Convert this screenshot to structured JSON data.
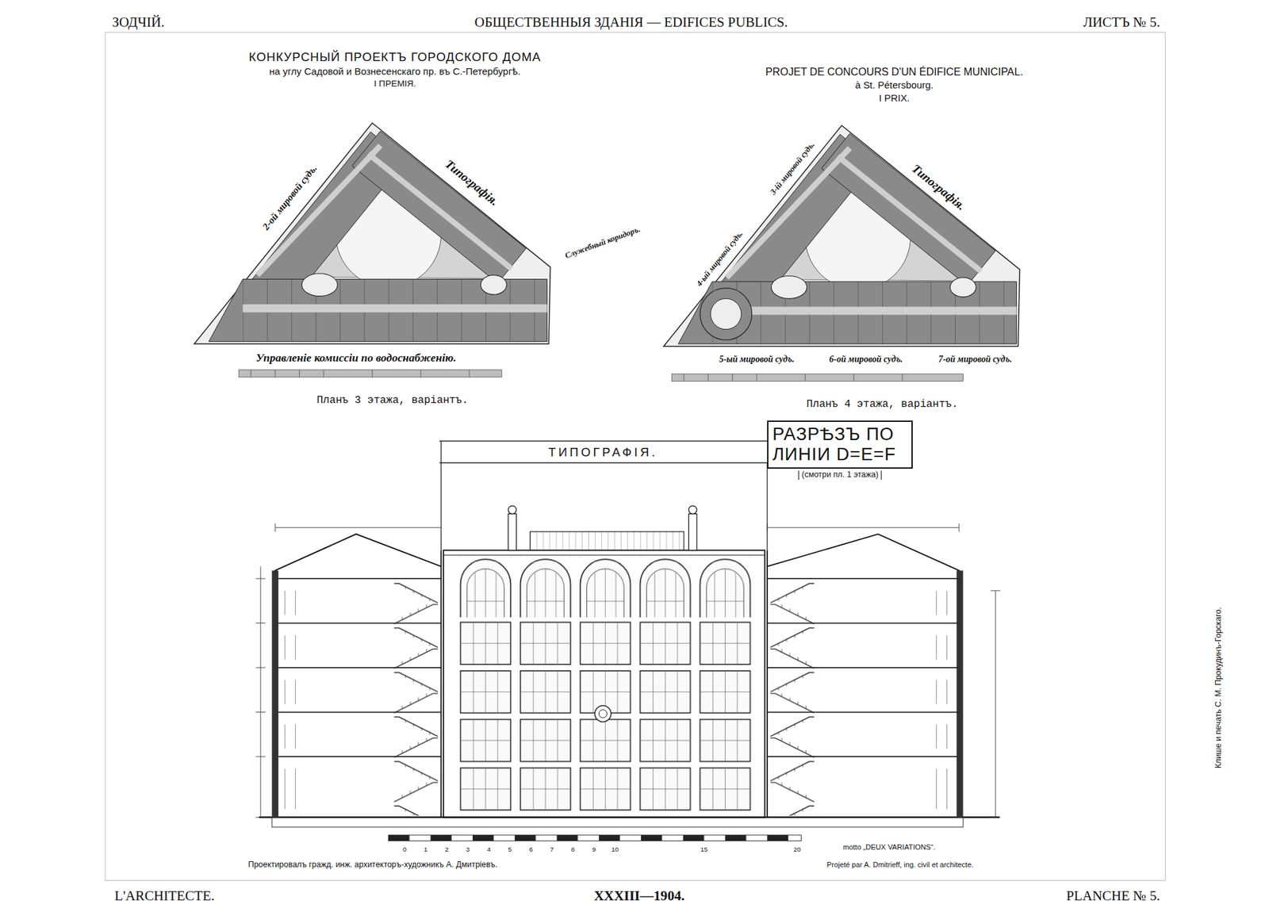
{
  "diagram": {
    "title": "КОНКУРСНЫЙ ПРОЕКТЪ ГОРОДСКОГО ДОМА",
    "nodes": [
      {
        "text": [
          "РАЗРѢЗЪ ПО ЛИНІИ D=E=F",
          "(смотри пл. 1 этажа)"
        ]
      }
    ],
    "labels": [
      "ЗОДЧІЙ.",
      "ОБЩЕСТВЕННЫЯ ЗДАНІЯ — EDIFICES PUBLICS.",
      "ЛИСТЪ № 5.",
      "на углу Садовой и Вознесенскаго пр. въ С.-Петербургѣ.",
      "I ПРЕМІЯ.",
      "PROJET DE CONCOURS D'UN ÉDIFICE MUNICIPAL.",
      "à St. Pétersbourg.",
      "I PRIX.",
      "Типографія.",
      "2-ой мировой судъ.",
      "Служебный коридоръ.",
      "Управленіе комиссіи по водоснабженію.",
      "Типографія.",
      "3-ій мировой судъ.",
      "4-ый мировой судъ.",
      "5-ый мировой судъ.",
      "6-ой мировой судъ.",
      "7-ой мировой судъ.",
      "Планъ 3 этажа, варіантъ.",
      "Планъ 4 этажа, варіантъ.",
      "ТИПОГРАФІЯ.",
      "Проектировалъ гражд. инж. архитекторъ-художникъ А. Дмитріевъ.",
      "motto „DEUX VARIATIONS“.",
      "Projeté par A. Dmitrieff, ing. civil et architecte.",
      "L'ARCHITECTE.",
      "XXXIII—1904.",
      "PLANCHE № 5.",
      "Клише и печать С. М. Прокудинъ-Горскаго.",
      "0",
      "1",
      "2",
      "3",
      "4",
      "5",
      "6",
      "7",
      "8",
      "9",
      "10",
      "15",
      "20"
    ]
  }
}
